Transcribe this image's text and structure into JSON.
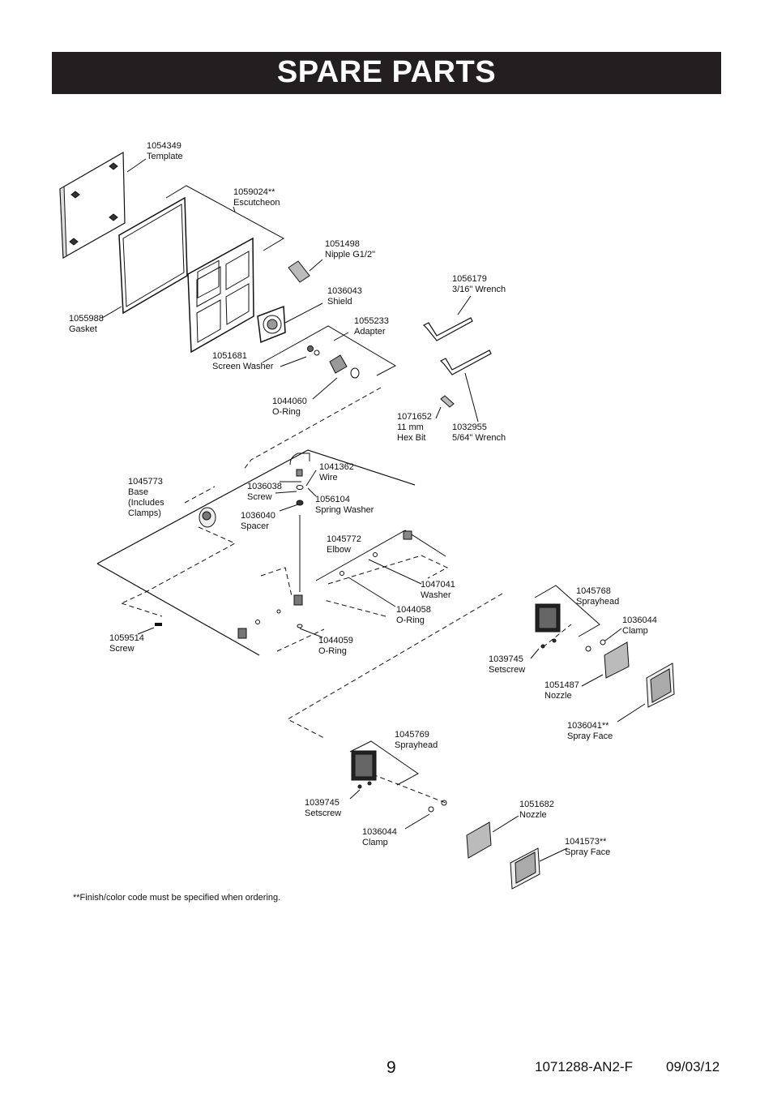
{
  "header": {
    "title": "SPARE PARTS"
  },
  "parts": [
    {
      "number": "1054349",
      "name": "Template"
    },
    {
      "number": "1059024**",
      "name": "Escutcheon"
    },
    {
      "number": "1051498",
      "name": "Nipple G1/2\""
    },
    {
      "number": "1056179",
      "name": "3/16\" Wrench"
    },
    {
      "number": "1036043",
      "name": "Shield"
    },
    {
      "number": "1055233",
      "name": "Adapter"
    },
    {
      "number": "1055988",
      "name": "Gasket"
    },
    {
      "number": "1051681",
      "name": "Screen Washer"
    },
    {
      "number": "1044060",
      "name": "O-Ring"
    },
    {
      "number": "1071652",
      "name": "11 mm",
      "name2": "Hex Bit"
    },
    {
      "number": "1032955",
      "name": "5/64\" Wrench"
    },
    {
      "number": "1041362",
      "name": "Wire"
    },
    {
      "number": "1045773",
      "name": "Base",
      "name2": "(Includes",
      "name3": "Clamps)"
    },
    {
      "number": "1036038",
      "name": "Screw"
    },
    {
      "number": "1056104",
      "name": "Spring Washer"
    },
    {
      "number": "1036040",
      "name": "Spacer"
    },
    {
      "number": "1045772",
      "name": "Elbow"
    },
    {
      "number": "1047041",
      "name": "Washer"
    },
    {
      "number": "1044058",
      "name": "O-Ring"
    },
    {
      "number": "1059514",
      "name": "Screw"
    },
    {
      "number": "1044059",
      "name": "O-Ring"
    },
    {
      "number": "1045768",
      "name": "Sprayhead"
    },
    {
      "number": "1036044",
      "name": "Clamp"
    },
    {
      "number": "1039745",
      "name": "Setscrew"
    },
    {
      "number": "1051487",
      "name": "Nozzle"
    },
    {
      "number": "1036041**",
      "name": "Spray Face"
    },
    {
      "number": "1045769",
      "name": "Sprayhead"
    },
    {
      "number": "1039745",
      "name": "Setscrew"
    },
    {
      "number": "1051682",
      "name": "Nozzle"
    },
    {
      "number": "1036044",
      "name": "Clamp"
    },
    {
      "number": "1041573**",
      "name": "Spray Face"
    }
  ],
  "footnote": "**Finish/color code must be specified when ordering.",
  "footer": {
    "page_number": "9",
    "doc_code": "1071288-AN2-F",
    "date": "09/03/12"
  }
}
